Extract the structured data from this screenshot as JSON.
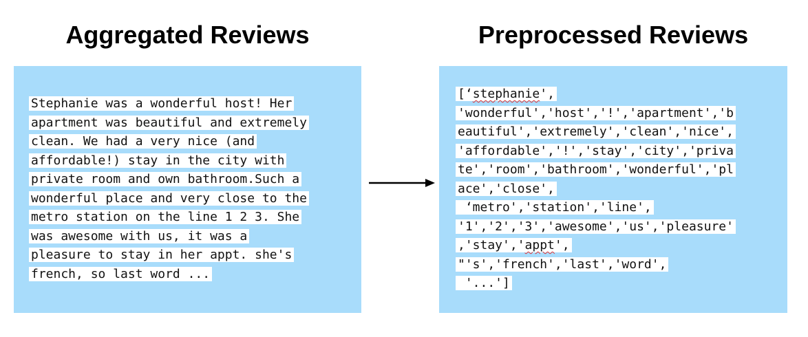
{
  "titles": {
    "left": "Aggregated Reviews",
    "right": "Preprocessed Reviews"
  },
  "colors": {
    "panel_background": "#a8dcfb",
    "text_highlight": "#ffffff",
    "spellcheck_underline": "#e03030",
    "arrow": "#000000"
  },
  "aggregated_review": {
    "lines": [
      "Stephanie was a wonderful host! Her",
      "apartment was beautiful and extremely",
      "clean. We had a very nice (and",
      "affordable!) stay in the city with",
      "private room and own bathroom.Such a",
      "wonderful place and very close to the",
      "metro station on the line 1 2 3. She",
      "was awesome with us, it was a",
      "pleasure to stay in her appt. she's",
      "french, so last word ..."
    ]
  },
  "preprocessed_review": {
    "lines": [
      {
        "before": "[‘",
        "flagged": "stephanie",
        "after": "',"
      },
      {
        "before": "'wonderful','host','!','apartment','b",
        "flagged": "",
        "after": ""
      },
      {
        "before": "eautiful','extremely','clean','nice',",
        "flagged": "",
        "after": ""
      },
      {
        "before": "'affordable','!','stay','city','priva",
        "flagged": "",
        "after": ""
      },
      {
        "before": "te','room','bathroom','wonderful','pl",
        "flagged": "",
        "after": ""
      },
      {
        "before": "ace','close',",
        "flagged": "",
        "after": ""
      },
      {
        "before": " ‘metro','station','line',",
        "flagged": "",
        "after": ""
      },
      {
        "before": "'1','2','3','awesome','us','pleasure'",
        "flagged": "",
        "after": ""
      },
      {
        "before": ",'stay','",
        "flagged": "appt",
        "after": "',"
      },
      {
        "before": "\"'s','french','last','word',",
        "flagged": "",
        "after": ""
      },
      {
        "before": " '...']",
        "flagged": "",
        "after": ""
      }
    ]
  },
  "arrow": {
    "direction": "right"
  }
}
